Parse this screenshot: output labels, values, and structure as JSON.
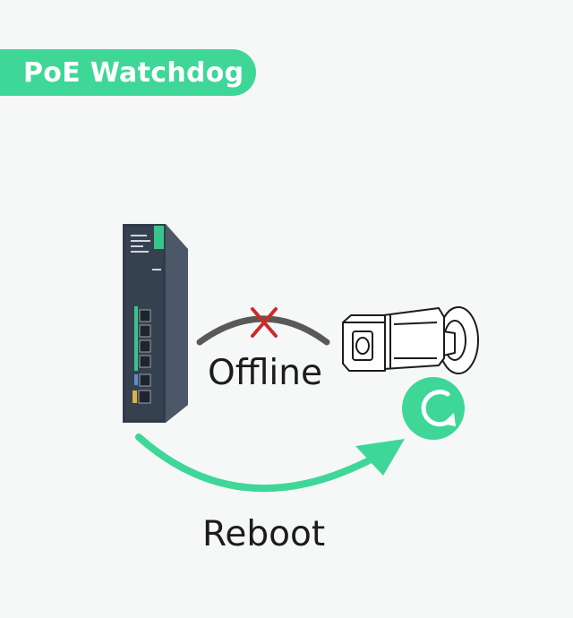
{
  "badge": {
    "title": "PoE Watchdog"
  },
  "labels": {
    "offline": "Offline",
    "reboot": "Reboot"
  },
  "colors": {
    "accent": "#3ed798",
    "switch_body": "#3b4654",
    "link_down": "#cc2b2b",
    "link_line": "#595959"
  },
  "icons": [
    "poe-switch-icon",
    "cross-icon",
    "bullet-camera-icon",
    "refresh-icon",
    "arrow-right-icon"
  ]
}
